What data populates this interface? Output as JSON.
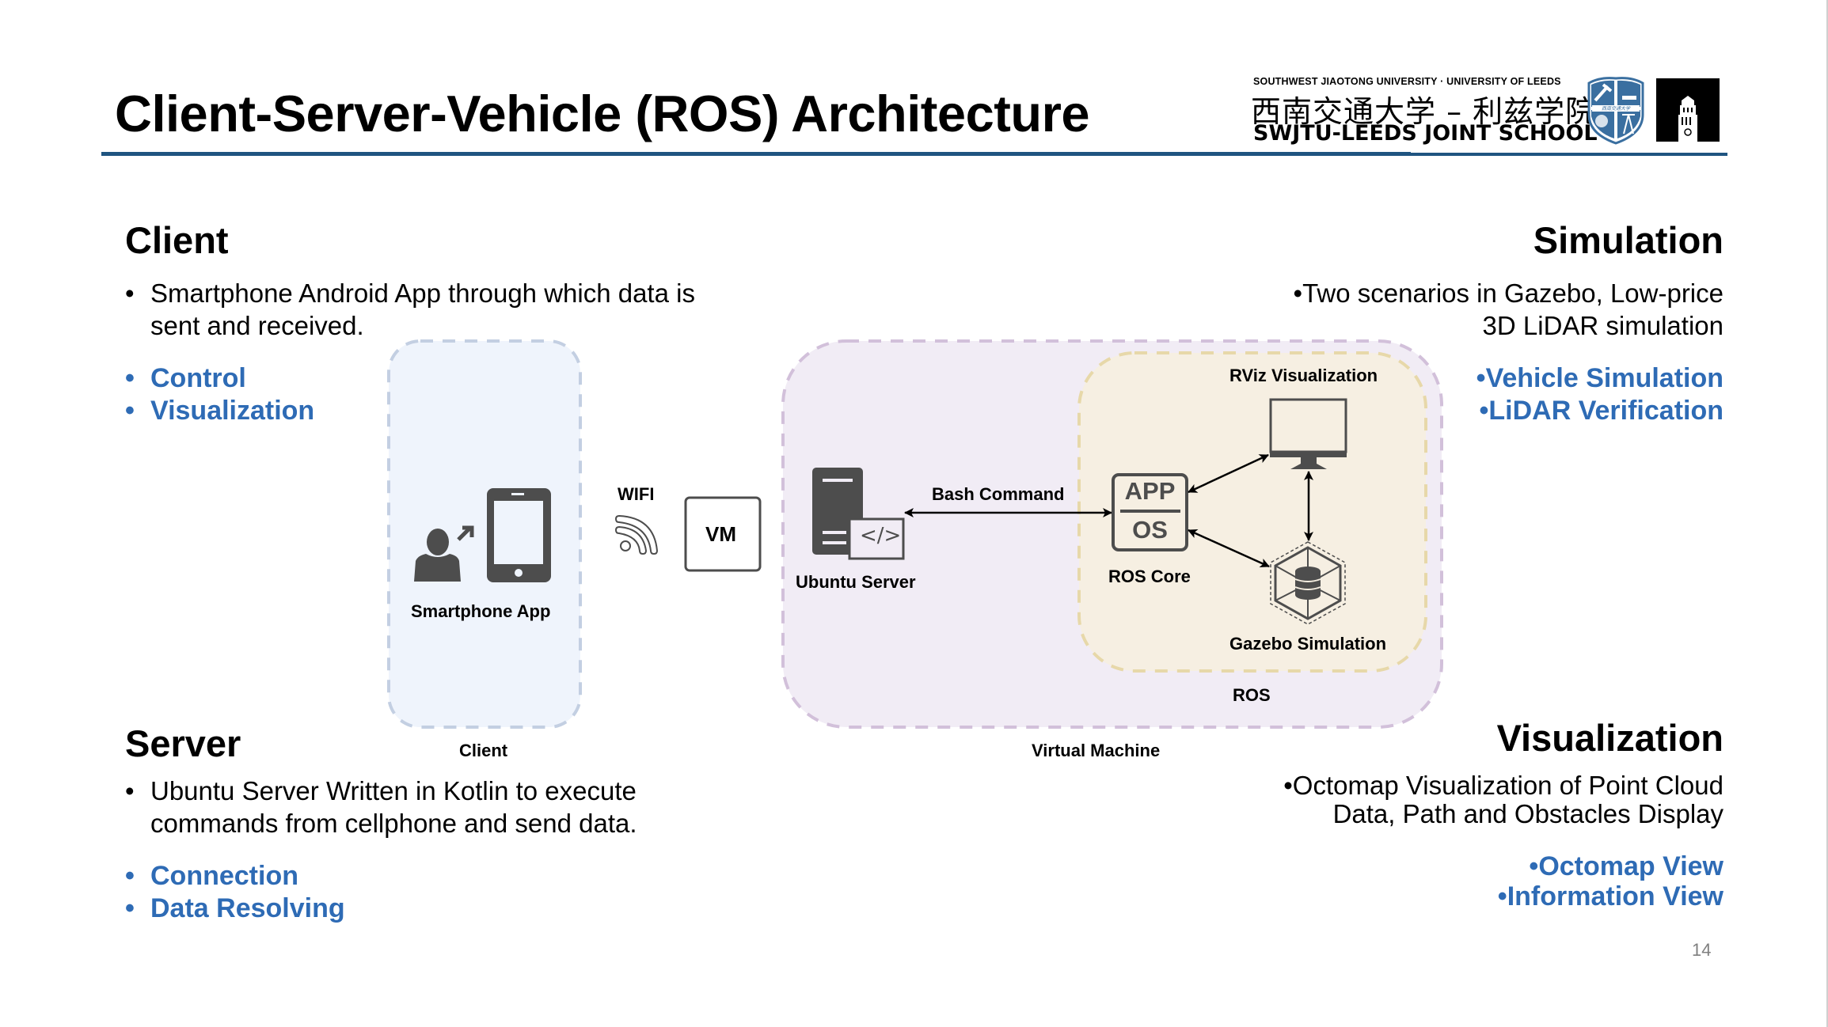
{
  "slide": {
    "title": "Client-Server-Vehicle (ROS) Architecture",
    "page_number": "14",
    "logo": {
      "small_text": "SOUTHWEST JIAOTONG UNIVERSITY · UNIVERSITY OF LEEDS",
      "chinese_text": "西南交通大学 – 利兹学院",
      "english_text": "SWJTU-LEEDS JOINT SCHOOL",
      "crest_icon": "swjtu-crest-icon",
      "leeds_icon": "leeds-clock-tower-icon"
    },
    "accent_color": "#2e6bb5",
    "rule_color": "#1f5480"
  },
  "sections": {
    "client": {
      "heading": "Client",
      "description_lines": [
        "Smartphone Android App through which data is",
        "sent and received."
      ],
      "features": [
        "Control",
        "Visualization"
      ]
    },
    "simulation": {
      "heading": "Simulation",
      "description_lines": [
        "Two scenarios in Gazebo, Low-price",
        "3D LiDAR simulation"
      ],
      "features": [
        "Vehicle Simulation",
        "LiDAR Verification"
      ]
    },
    "server": {
      "heading": "Server",
      "description_lines": [
        "Ubuntu Server Written in Kotlin to execute",
        "commands from cellphone and send data."
      ],
      "features": [
        "Connection",
        "Data Resolving"
      ]
    },
    "visualization": {
      "heading": "Visualization",
      "description_lines": [
        "Octomap Visualization of Point Cloud",
        "Data, Path and Obstacles Display"
      ],
      "features": [
        "Octomap View",
        "Information View"
      ]
    }
  },
  "diagram": {
    "client_group_label": "Client",
    "smartphone_label": "Smartphone App",
    "wifi_label": "WIFI",
    "vm_box_label": "VM",
    "vm_group_label": "Virtual Machine",
    "ubuntu_server_label": "Ubuntu Server",
    "bash_command_label": "Bash Command",
    "ros_group_label": "ROS",
    "ros_core_label": "ROS Core",
    "ros_core_top": "APP",
    "ros_core_bottom": "OS",
    "rviz_label": "RViz Visualization",
    "gazebo_label": "Gazebo Simulation",
    "code_glyph": "</>",
    "colors": {
      "client_fill": "#eff4fc",
      "client_stroke": "#c3cfe2",
      "vm_fill": "#f1ecf5",
      "vm_stroke": "#d2c0da",
      "ros_fill": "#f6efe2",
      "ros_stroke": "#e7d8a9",
      "icon": "#4d4d4d"
    }
  }
}
